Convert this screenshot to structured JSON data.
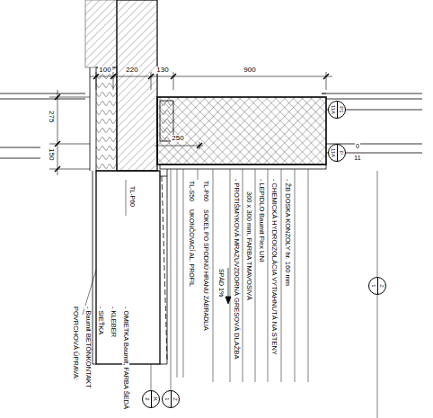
{
  "diagram": {
    "nodes": [
      {
        "text": [
          "P1",
          "11A"
        ]
      },
      {
        "text": [
          "P",
          "11A"
        ]
      },
      {
        "text": [
          "Z",
          "1"
        ]
      },
      {
        "text": [
          "K",
          "2"
        ]
      },
      {
        "text": [
          "Z",
          "1"
        ]
      }
    ],
    "labels": [
      "100",
      "220",
      "130",
      "900",
      "275",
      "150",
      "250",
      "TL-S50",
      "TL-P60",
      "TL-P60",
      "UKONČOVACÍ AL. PROFIL",
      "SOKEL PO SPODNÚ HRANU ZÁBRADLIA",
      "SPÁD 1%",
      "- PROTIŠMYKOVÁ MRAZUVZDORNÁ GRESOVÁ DLAŽBA",
      "300 x 300 mm, FARBA TMAVOSIVÁ",
      "- LEPIDLO Baumit Flex UNI",
      "- CHEMICKÁ HYDROIZOLÁCIA VYTIAHNUTÁ NA STENY",
      "- ŽB DOSKA KONZOLY hr. 160 mm",
      "POVRCHOVÁ ÚPRAVA:",
      "- Baumit BETÓNKONTAKT",
      "- SIEŤKA",
      "- KLEBER",
      "- OMIETKA Baumit, FARBA ŠEDÁ",
      "0",
      "11"
    ]
  }
}
